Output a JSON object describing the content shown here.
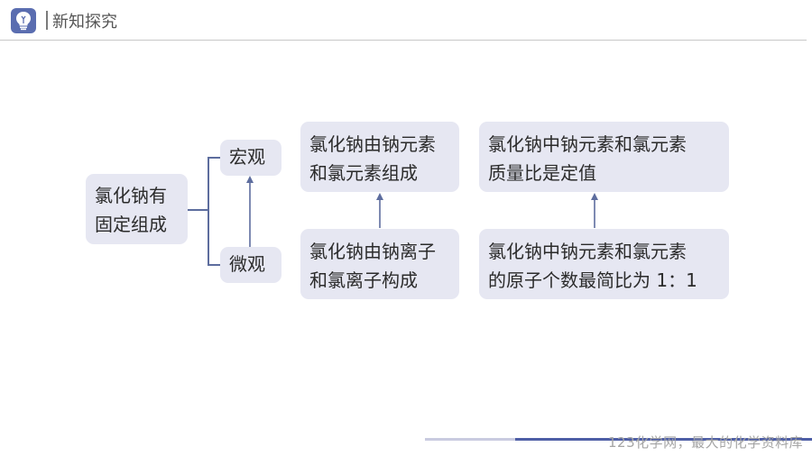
{
  "header": {
    "title": "新知探究",
    "icon": "lightbulb-icon",
    "accent": "#5a6db0"
  },
  "root": {
    "line1": "氯化钠有",
    "line2": "固定组成"
  },
  "branches": {
    "macro": "宏观",
    "micro": "微观"
  },
  "macro": {
    "composition": {
      "line1": "氯化钠由钠元素",
      "line2": "和氯元素组成"
    },
    "ratio": {
      "line1": "氯化钠中钠元素和氯元素",
      "line2": "质量比是定值"
    }
  },
  "micro": {
    "composition": {
      "line1": "氯化钠由钠离子",
      "line2": "和氯离子构成"
    },
    "ratio": {
      "line1": "氯化钠中钠元素和氯元素",
      "line2": "的原子个数最简比为 1：1"
    }
  },
  "footer": {
    "watermark": "123化学网，最大的化学资料库"
  },
  "colors": {
    "box": "#e6e7f2",
    "connector": "#5d6d9e"
  }
}
